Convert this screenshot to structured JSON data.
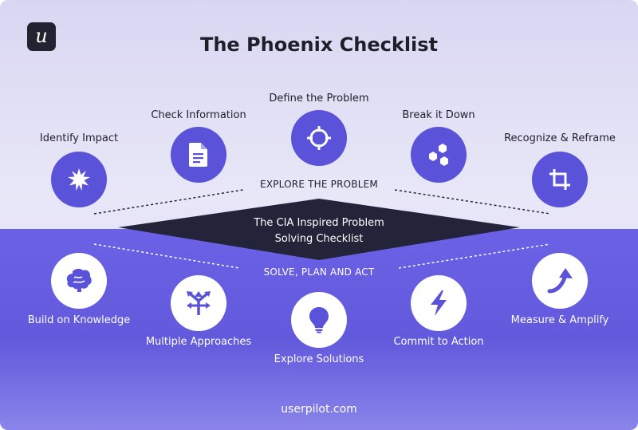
{
  "logo": {
    "glyph": "u"
  },
  "title": "The Phoenix Checklist",
  "top_section_label": "EXPLORE THE PROBLEM",
  "bottom_section_label": "SOLVE, PLAN AND ACT",
  "center_label": {
    "line1": "The CIA Inspired Problem",
    "line2": "Solving Checklist"
  },
  "top_steps": [
    {
      "label": "Identify Impact",
      "icon": "starburst-icon"
    },
    {
      "label": "Check Information",
      "icon": "document-icon"
    },
    {
      "label": "Define the Problem",
      "icon": "crosshair-icon"
    },
    {
      "label": "Break it Down",
      "icon": "hexagons-icon"
    },
    {
      "label": "Recognize & Reframe",
      "icon": "crop-icon"
    }
  ],
  "bottom_steps": [
    {
      "label": "Build on Knowledge",
      "icon": "brain-icon"
    },
    {
      "label": "Multiple Approaches",
      "icon": "branching-arrows-icon"
    },
    {
      "label": "Explore Solutions",
      "icon": "lightbulb-icon"
    },
    {
      "label": "Commit to Action",
      "icon": "lightning-icon"
    },
    {
      "label": "Measure & Amplify",
      "icon": "trend-arrow-icon"
    }
  ],
  "footer": "userpilot.com",
  "colors": {
    "top_background": "#dedcf4",
    "bottom_background": "#6259dc",
    "icon_circle_top": "#5a52d8",
    "icon_circle_bottom": "#ffffff",
    "center_shape": "#23233a"
  }
}
